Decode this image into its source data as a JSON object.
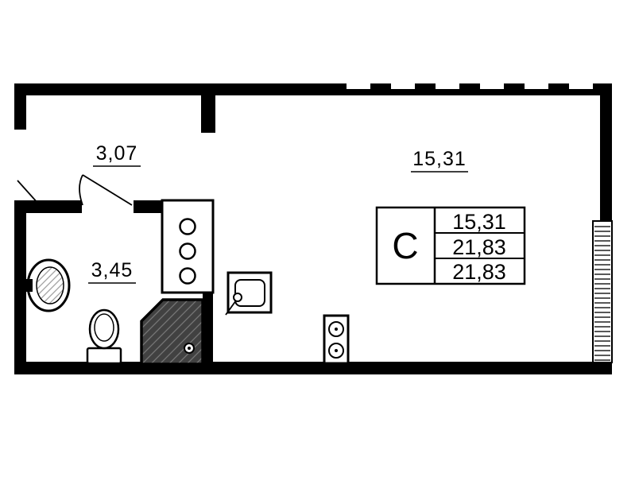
{
  "plan": {
    "labels": {
      "hallway_area": "3,07",
      "room_area": "15,31",
      "bathroom_area": "3,45"
    },
    "info_table": {
      "type": "С",
      "values": [
        "15,31",
        "21,83",
        "21,83"
      ]
    },
    "colors": {
      "wall": "#000000",
      "background": "#ffffff",
      "shower_fill": "#414141"
    }
  }
}
